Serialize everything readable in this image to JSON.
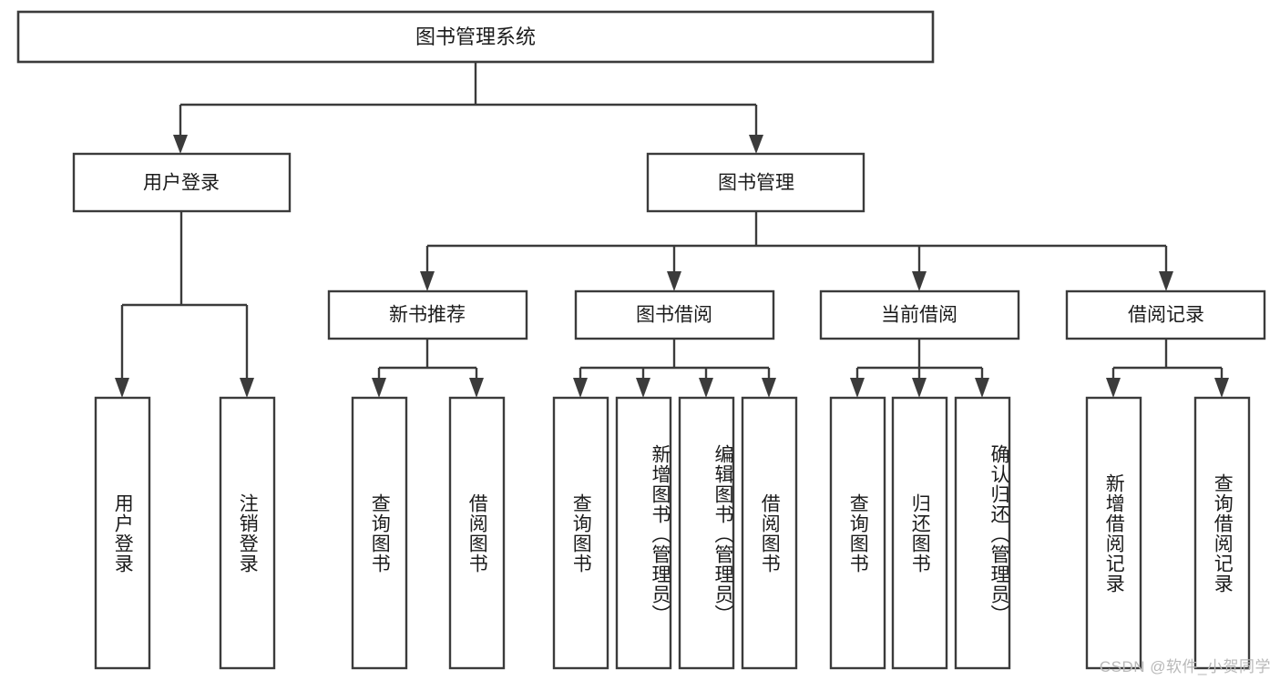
{
  "diagram": {
    "type": "tree-hierarchy-chart",
    "title": "图书管理系统",
    "colors": {
      "stroke": "#3b3b3b",
      "fill": "#ffffff",
      "text": "#1b1b1b",
      "watermark": "#b9b9b9",
      "background": "#ffffff"
    },
    "levels": {
      "root": {
        "label": "图书管理系统"
      },
      "level2": [
        {
          "label": "用户登录"
        },
        {
          "label": "图书管理"
        }
      ],
      "level3": [
        {
          "label": "新书推荐"
        },
        {
          "label": "图书借阅"
        },
        {
          "label": "当前借阅"
        },
        {
          "label": "借阅记录"
        }
      ],
      "leaves": {
        "user_login": [
          {
            "label": "用户登录"
          },
          {
            "label": "注销登录"
          }
        ],
        "new_book_recommend": [
          {
            "label": "查询图书"
          },
          {
            "label": "借阅图书"
          }
        ],
        "book_borrow": [
          {
            "label": "查询图书"
          },
          {
            "label": "新增图书（管理员）"
          },
          {
            "label": "编辑图书（管理员）"
          },
          {
            "label": "借阅图书"
          }
        ],
        "current_borrow": [
          {
            "label": "查询图书"
          },
          {
            "label": "归还图书"
          },
          {
            "label": "确认归还（管理员）"
          }
        ],
        "borrow_record": [
          {
            "label": "新增借阅记录"
          },
          {
            "label": "查询借阅记录"
          }
        ]
      }
    },
    "watermark": "CSDN @软件_小贺同学"
  }
}
